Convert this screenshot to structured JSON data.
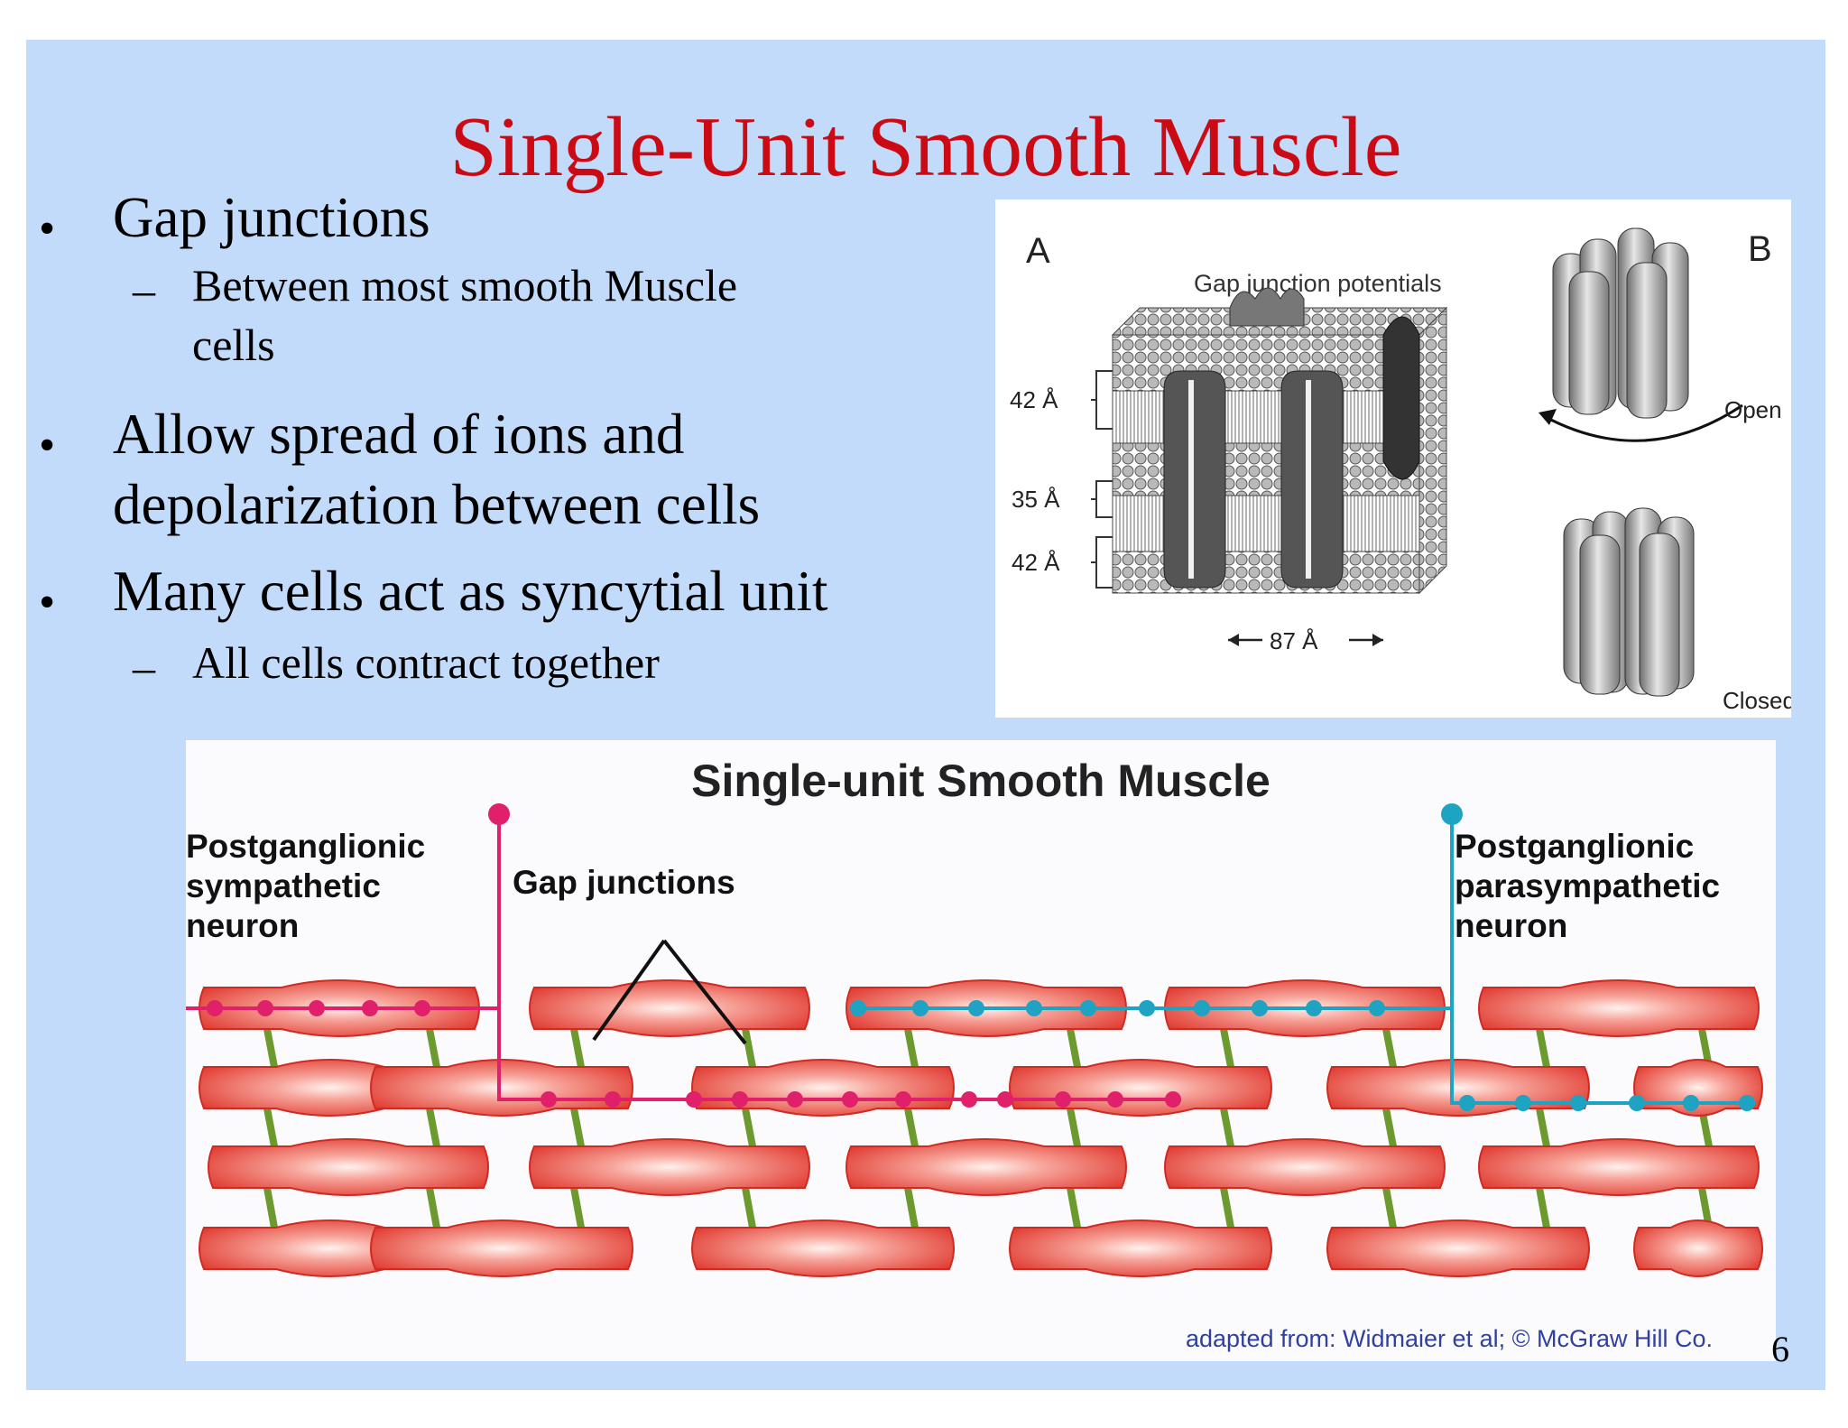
{
  "title": "Single-Unit Smooth Muscle",
  "bullets": [
    {
      "text": "Gap junctions",
      "subs": [
        "Between most smooth Muscle",
        "cells"
      ]
    },
    {
      "text": "Allow spread of ions and",
      "text2": "depolarization between cells"
    },
    {
      "text": "Many cells act as syncytial unit",
      "subs": [
        "All cells contract together"
      ]
    }
  ],
  "figure_a": {
    "panel_a": "A",
    "panel_b": "B",
    "caption": "Gap junction potentials",
    "dim_top": "42 Å",
    "dim_mid": "35 Å",
    "dim_bottom": "42 Å",
    "width_label": "87 Å",
    "open_label": "Open",
    "closed_label": "Closed"
  },
  "figure_b": {
    "title": "Single-unit Smooth Muscle",
    "left_label": [
      "Postganglionic",
      "sympathetic",
      "neuron"
    ],
    "gap_label": "Gap junctions",
    "right_label": [
      "Postganglionic",
      "parasympathetic",
      "neuron"
    ],
    "credit": "adapted from: Widmaier et al; © McGraw Hill Co.",
    "colors": {
      "sympathetic": "#e0206a",
      "parasympathetic": "#1fa3c3",
      "cell": "#e8433a"
    }
  },
  "page_number": "6"
}
